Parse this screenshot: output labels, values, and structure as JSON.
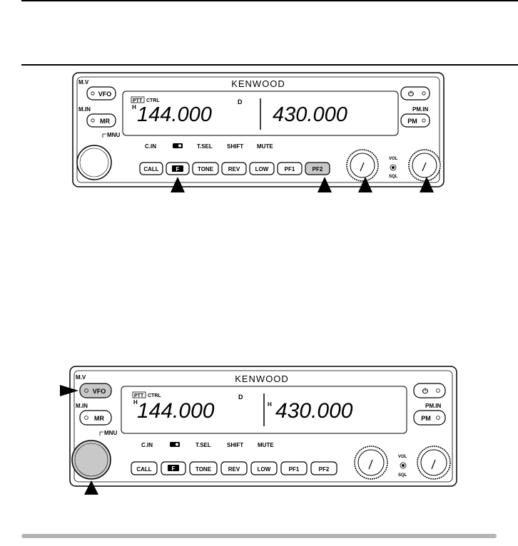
{
  "radio": {
    "brand": "KENWOOD",
    "left_labels": {
      "mv": "M.V",
      "min": "M.IN",
      "menu": "MNU",
      "cin": "C.IN"
    },
    "right_labels": {
      "pmin": "PM.IN",
      "vol": "VOL",
      "sql": "SQL"
    },
    "buttons": {
      "vfo": "VFO",
      "mr": "MR",
      "pm": "PM",
      "power_symbol": "⏻"
    },
    "function_labels": [
      "T.SEL",
      "SHIFT",
      "MUTE"
    ],
    "keys": [
      "CALL",
      "F",
      "TONE",
      "REV",
      "LOW",
      "PF1",
      "PF2"
    ],
    "display": {
      "ptt": "PTT",
      "ctrl": "CTRL",
      "high_power": "H",
      "d_mark": "D",
      "left_freq": "144.000",
      "right_freq": "430.000"
    }
  },
  "figure_1": {
    "highlighted_keys": [
      "PF2"
    ]
  },
  "figure_2": {
    "highlighted_keys": [
      "VFO"
    ]
  },
  "colors": {
    "highlight": "#c8c8c8",
    "ink": "#000000",
    "bottom_bar": "#b4b4b4"
  }
}
